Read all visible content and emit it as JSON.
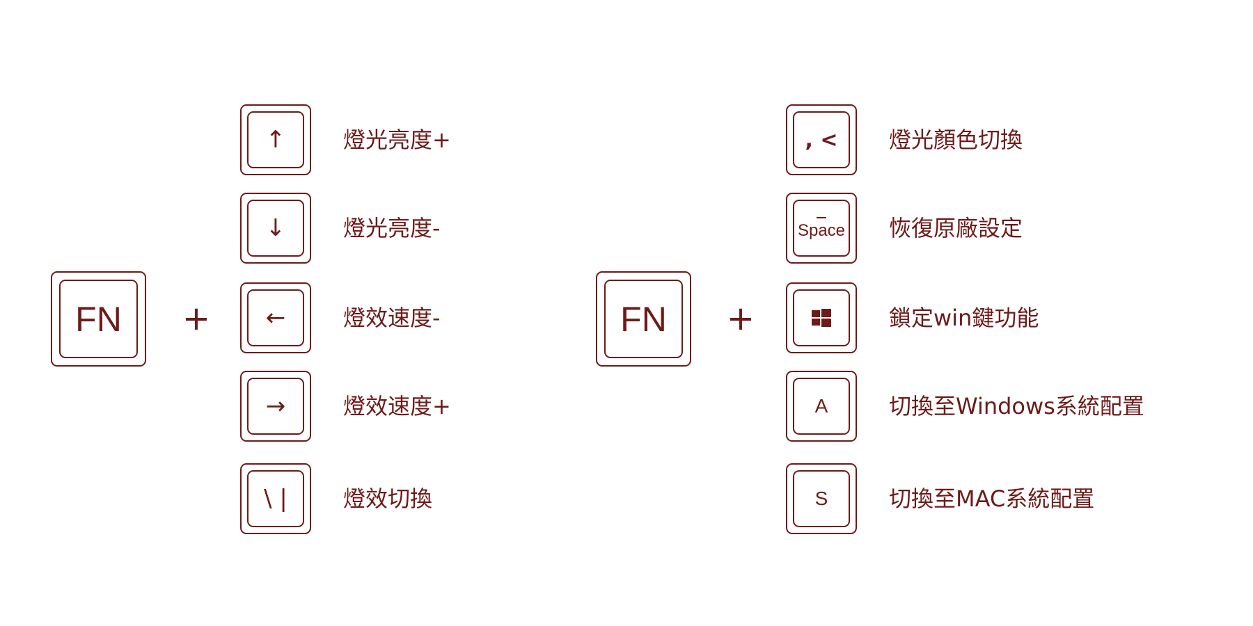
{
  "color": "#6e1a1a",
  "left": {
    "fn_label": "FN",
    "plus": "+",
    "items": [
      {
        "key": "↑",
        "label": "燈光亮度+"
      },
      {
        "key": "↓",
        "label": "燈光亮度-"
      },
      {
        "key": "←",
        "label": "燈效速度-"
      },
      {
        "key": "→",
        "label": "燈效速度+"
      },
      {
        "key": "\\ |",
        "label": "燈效切換"
      }
    ]
  },
  "right": {
    "fn_label": "FN",
    "plus": "+",
    "items": [
      {
        "key": ", <",
        "label": "燈光顏色切換"
      },
      {
        "key": "Space",
        "label": "恢復原廠設定"
      },
      {
        "key": "windows-logo-icon",
        "label": "鎖定win鍵功能"
      },
      {
        "key": "A",
        "label": "切換至Windows系統配置"
      },
      {
        "key": "S",
        "label": "切換至MAC系統配置"
      }
    ]
  }
}
